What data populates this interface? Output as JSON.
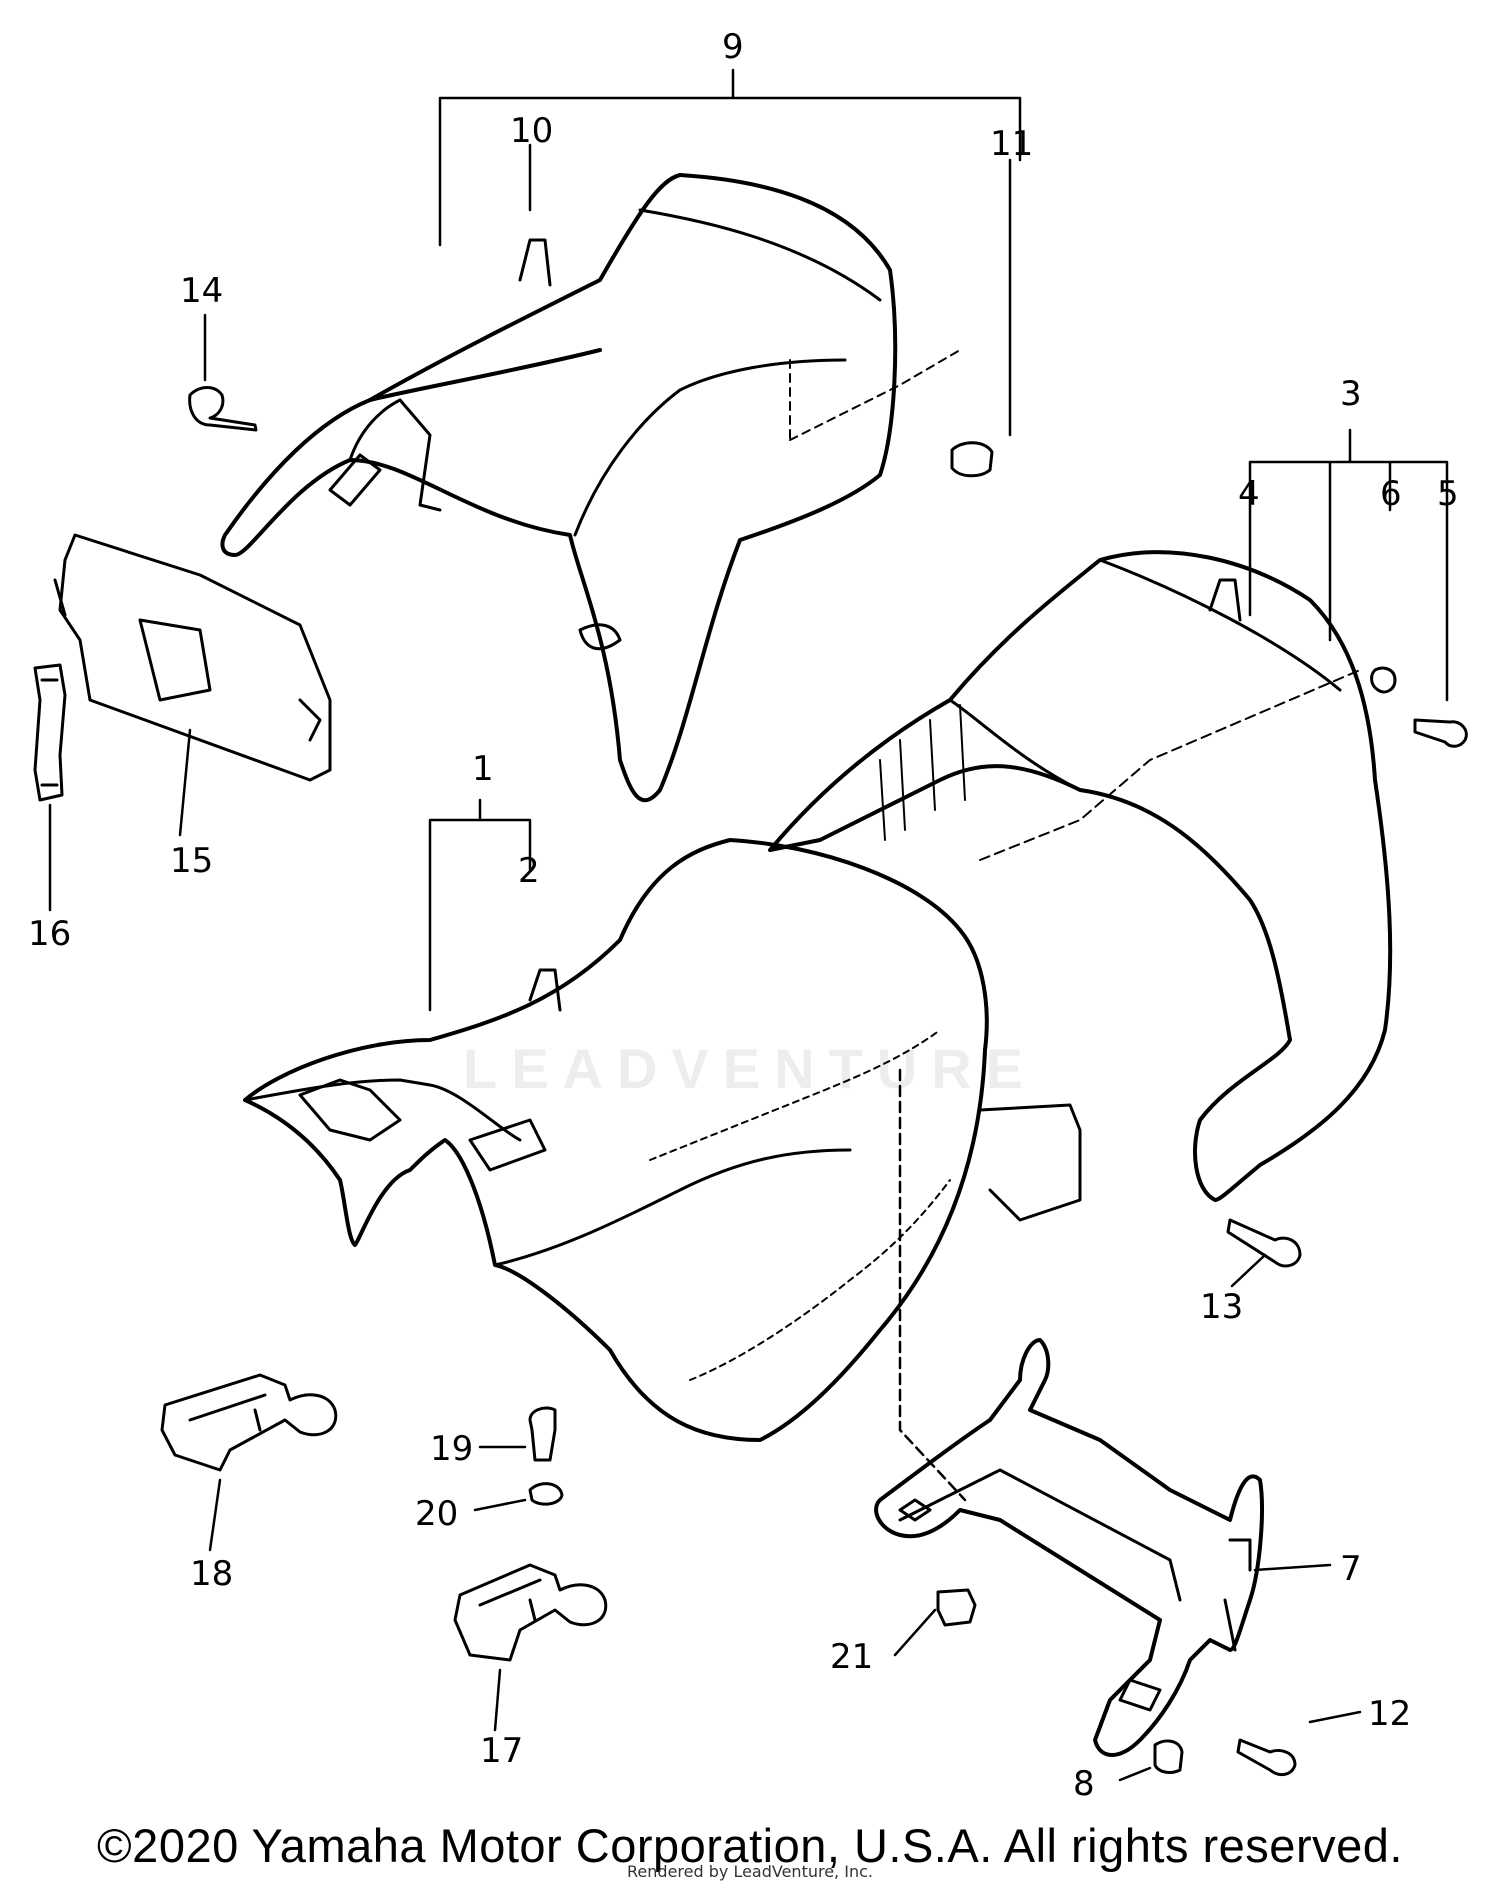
{
  "diagram": {
    "callouts": [
      {
        "id": "1",
        "label": "1"
      },
      {
        "id": "2",
        "label": "2"
      },
      {
        "id": "3",
        "label": "3"
      },
      {
        "id": "4",
        "label": "4"
      },
      {
        "id": "5",
        "label": "5"
      },
      {
        "id": "6",
        "label": "6"
      },
      {
        "id": "7",
        "label": "7"
      },
      {
        "id": "8",
        "label": "8"
      },
      {
        "id": "9",
        "label": "9"
      },
      {
        "id": "10",
        "label": "10"
      },
      {
        "id": "11",
        "label": "11"
      },
      {
        "id": "12",
        "label": "12"
      },
      {
        "id": "13",
        "label": "13"
      },
      {
        "id": "14",
        "label": "14"
      },
      {
        "id": "15",
        "label": "15"
      },
      {
        "id": "16",
        "label": "16"
      },
      {
        "id": "17",
        "label": "17"
      },
      {
        "id": "18",
        "label": "18"
      },
      {
        "id": "19",
        "label": "19"
      },
      {
        "id": "20",
        "label": "20"
      },
      {
        "id": "21",
        "label": "21"
      }
    ]
  },
  "watermark": {
    "text": "LEADVENTURE"
  },
  "footer": {
    "copyright": "©2020 Yamaha Motor Corporation, U.S.A. All rights reserved.",
    "rendered_by": "Rendered by LeadVenture, Inc."
  }
}
